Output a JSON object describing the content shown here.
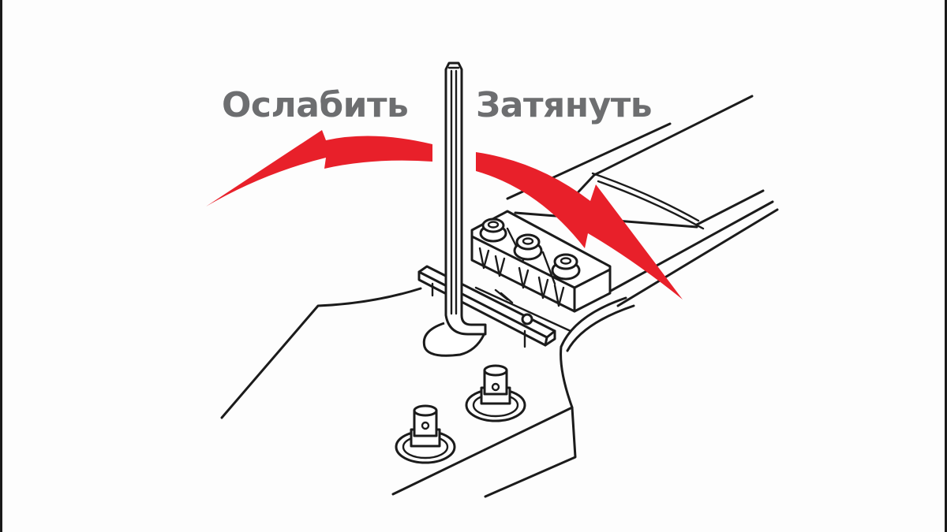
{
  "diagram": {
    "subject": "hex key adjusting bridge / saddle screw",
    "labels": {
      "loosen": "Ослабить",
      "tighten": "Затянуть"
    },
    "arrows": [
      {
        "id": "loosen-arrow",
        "direction": "counter-clockwise (left)",
        "color": "#e8202a"
      },
      {
        "id": "tighten-arrow",
        "direction": "clockwise (right)",
        "color": "#e8202a"
      }
    ],
    "colors": {
      "background": "#fdfdfd",
      "line_art": "#1b1b1b",
      "label_text": "#6d6e70",
      "arrow": "#e8202a",
      "frame_border": "#1a1a1a"
    },
    "parts": [
      "hex-key",
      "bridge-saddles",
      "saddle-screws",
      "bridge-rail",
      "bridge-posts",
      "guitar-body-outline",
      "strings"
    ]
  }
}
